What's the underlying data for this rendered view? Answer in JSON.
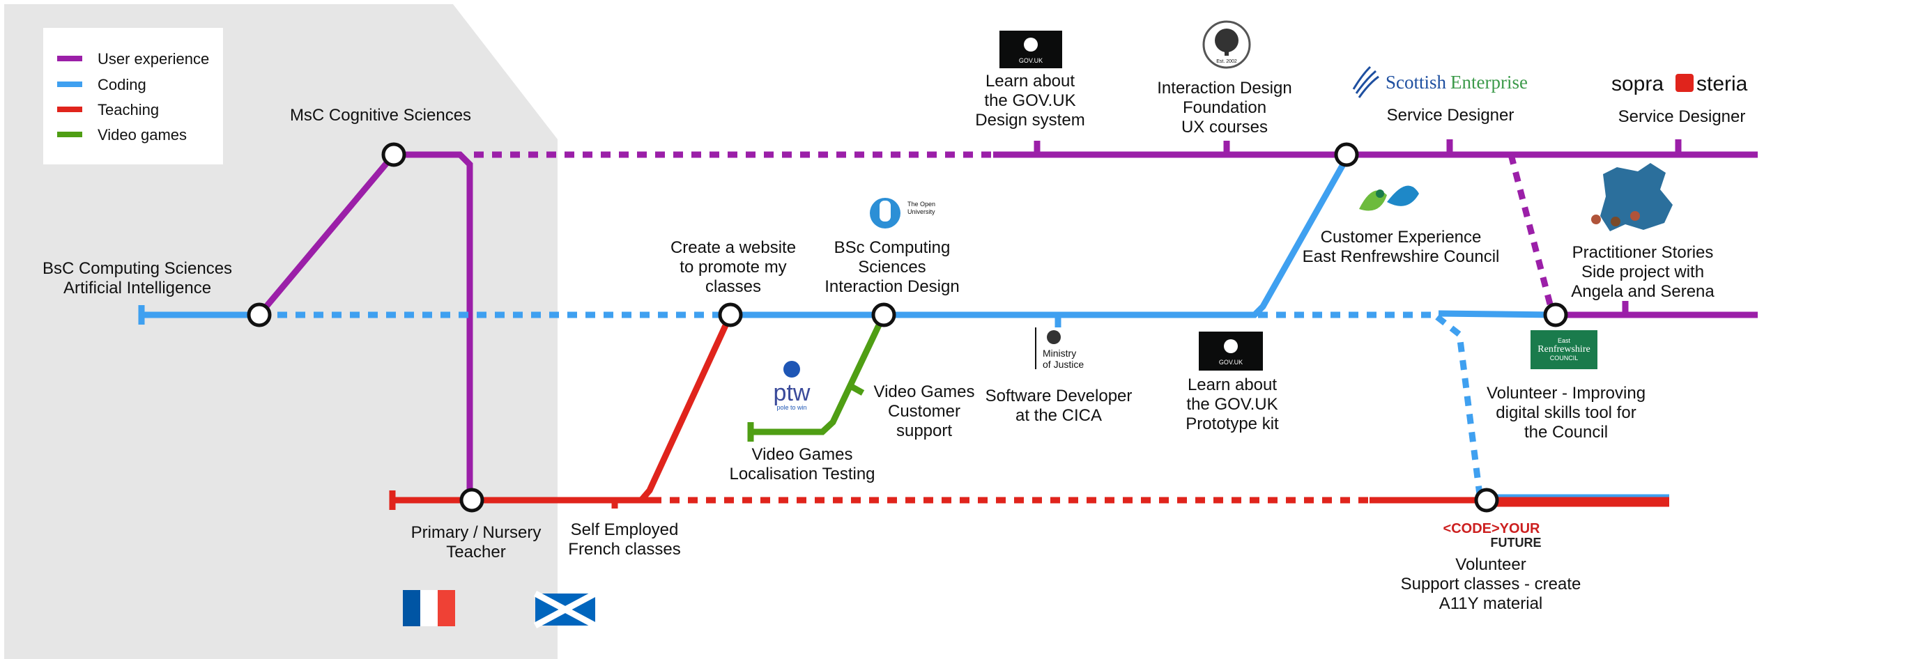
{
  "colors": {
    "ux": "#9b1fa8",
    "coding": "#3fa0f0",
    "teaching": "#e0241c",
    "games": "#4f9e14",
    "shade": "#e6e6e6",
    "flag_blue": "#0055a4",
    "flag_red": "#ef4135",
    "saltire_blue": "#0065bd",
    "se_green": "#0a7a4a",
    "erc_green": "#1a7b4c"
  },
  "legend": [
    {
      "key": "ux",
      "label": "User experience"
    },
    {
      "key": "coding",
      "label": "Coding"
    },
    {
      "key": "teaching",
      "label": "Teaching"
    },
    {
      "key": "games",
      "label": "Video games"
    }
  ],
  "stations": {
    "bsc_ai": [
      "BsC Computing Sciences",
      "Artificial Intelligence"
    ],
    "msc": [
      "MsC Cognitive Sciences"
    ],
    "primary": [
      "Primary / Nursery",
      "Teacher"
    ],
    "french": [
      "Self Employed",
      "French classes"
    ],
    "website": [
      "Create a website",
      "to promote my",
      "classes"
    ],
    "bsc_ou": [
      "BSc Computing",
      "Sciences",
      "Interaction Design"
    ],
    "loc": [
      "Video Games",
      "Localisation Testing"
    ],
    "support": [
      "Video Games",
      "Customer",
      "support"
    ],
    "cica": [
      "Software Developer",
      "at the CICA"
    ],
    "proto": [
      "Learn about",
      "the GOV.UK",
      "Prototype kit"
    ],
    "erc": [
      "Customer Experience",
      "East Renfrewshire Council"
    ],
    "govuk_ds": [
      "Learn about",
      "the GOV.UK",
      "Design system"
    ],
    "idf": [
      "Interaction Design",
      "Foundation",
      "UX courses"
    ],
    "sd_se": [
      "Service Designer"
    ],
    "sd_sopra": [
      "Service Designer"
    ],
    "practitioner": [
      "Practitioner Stories",
      "Side project with",
      "Angela and Serena"
    ],
    "volunteer_council": [
      "Volunteer - Improving",
      "digital skills tool for",
      "the Council"
    ],
    "cyf": [
      "Volunteer",
      "Support classes - create",
      "A11Y material"
    ]
  },
  "logos": {
    "govuk": "GOV.UK",
    "moj": [
      "Ministry",
      "of Justice"
    ],
    "scottish_enterprise": [
      "Scottish",
      "Enterprise"
    ],
    "sopra": [
      "sopra",
      "steria"
    ],
    "ptw": [
      "ptw",
      "pole to win"
    ],
    "open_university": [
      "The Open",
      "University"
    ],
    "erc": [
      "East",
      "Renfrewshire",
      "COUNCIL"
    ],
    "cyf": [
      "<CODE>YOUR",
      "FUTURE"
    ],
    "idf": "Est. 2002"
  }
}
